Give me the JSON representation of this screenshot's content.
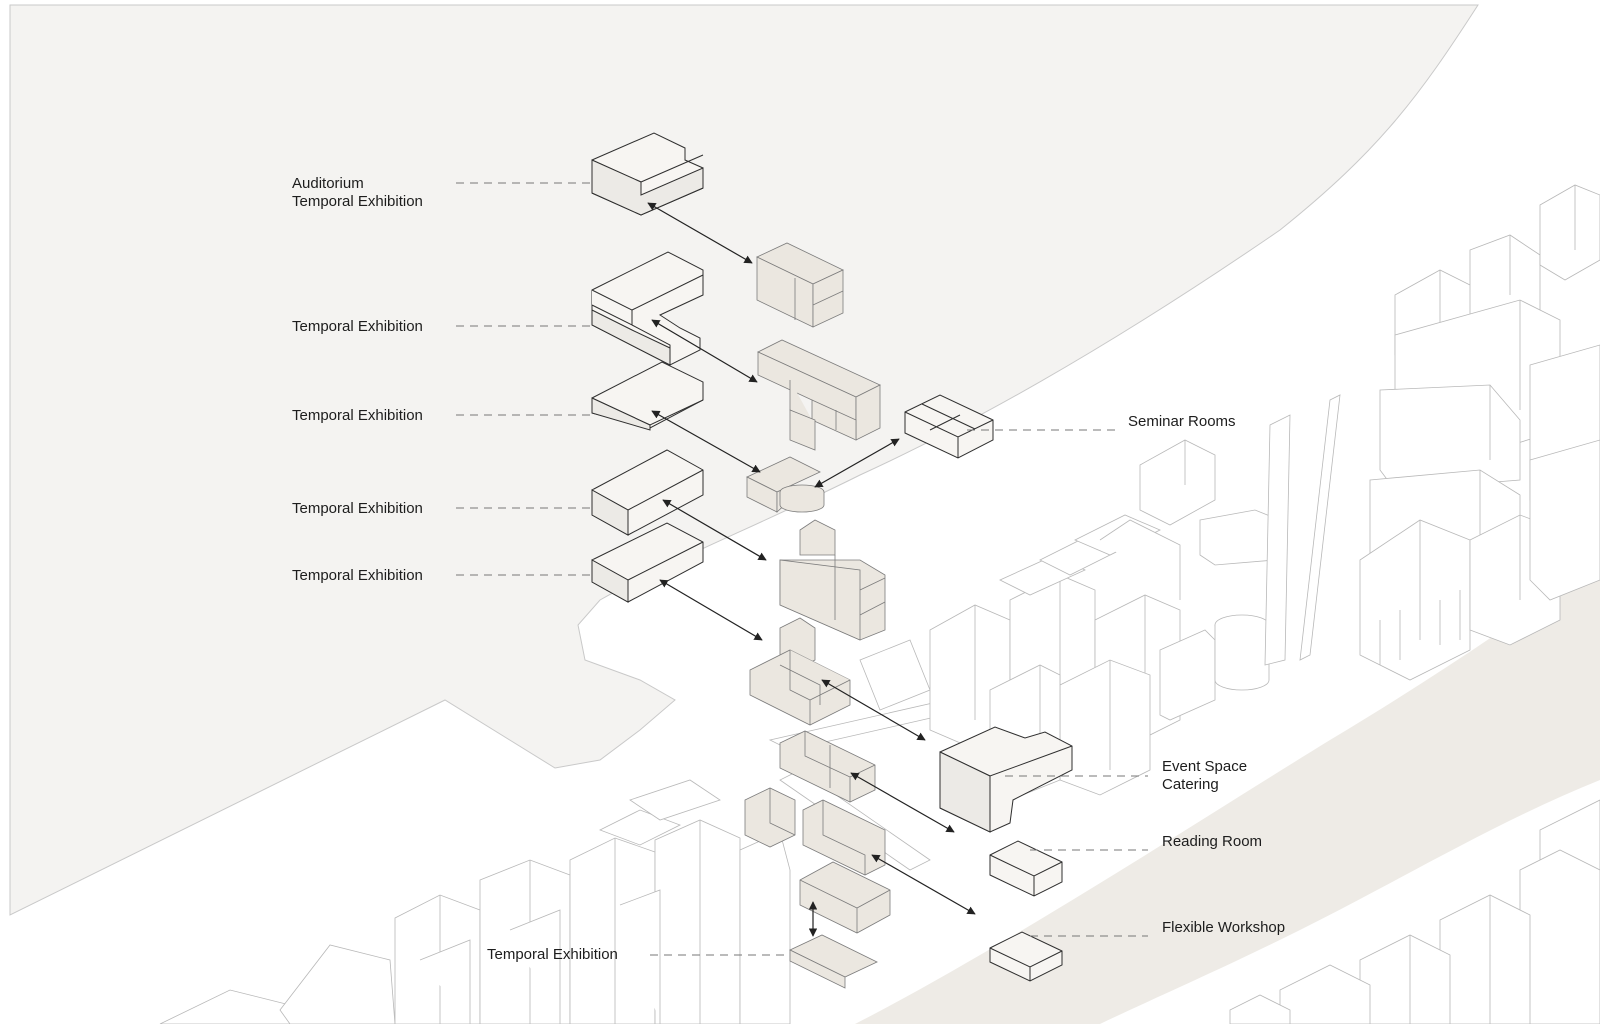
{
  "labels": {
    "auditorium": [
      "Auditorium",
      "Temporal Exhibition"
    ],
    "temporal_1": "Temporal Exhibition",
    "temporal_2": "Temporal Exhibition",
    "temporal_3": "Temporal Exhibition",
    "temporal_4": "Temporal Exhibition",
    "temporal_5": "Temporal Exhibition",
    "seminar": "Seminar Rooms",
    "event": [
      "Event Space",
      "Catering"
    ],
    "reading": "Reading Room",
    "workshop": "Flexible Workshop"
  },
  "colors": {
    "water": "#f4f3f1",
    "quay": "#eeebe6",
    "program_fill": "#ebe7e0",
    "building_stroke": "#b8b8b8",
    "program_stroke": "#555555",
    "text": "#1d1d1d"
  }
}
